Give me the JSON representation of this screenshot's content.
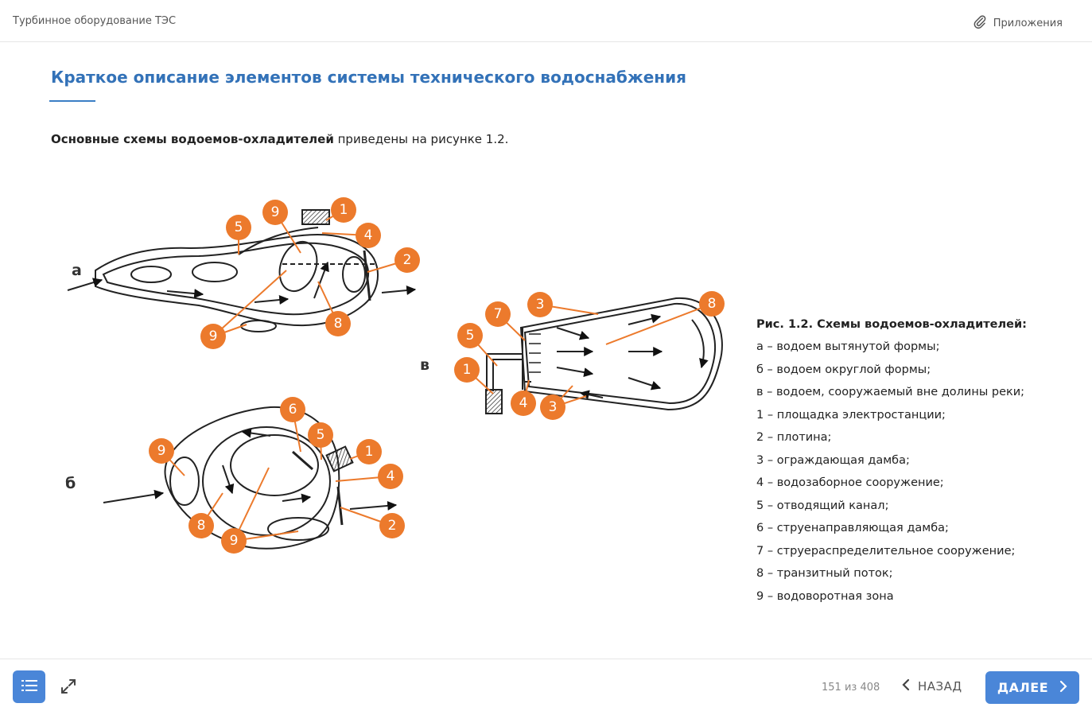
{
  "header": {
    "course_title": "Турбинное оборудование ТЭС",
    "attachments_label": "Приложения"
  },
  "page": {
    "title": "Краткое описание элементов системы технического водоснабжения",
    "intro_bold": "Основные схемы водоемов-охладителей",
    "intro_rest": " приведены на рисунке 1.2."
  },
  "figure": {
    "letters": {
      "a": "а",
      "b": "б",
      "v": "в"
    },
    "caption": "Рис. 1.2. Схемы водоемов-охладителей:",
    "legend": [
      "а – водоем вытянутой формы;",
      "б – водоем округлой формы;",
      "в – водоем, сооружаемый вне долины реки;",
      "1 – площадка электростанции;",
      "2 – плотина;",
      "3 – ограждающая дамба;",
      "4 – водозаборное сооружение;",
      "5 – отводящий канал;",
      "6 – струенаправляющая дамба;",
      "7 – струераспределительное сооружение;",
      "8 – транзитный поток;",
      "9 – водоворотная зона"
    ],
    "badges": {
      "n1": "1",
      "n2": "2",
      "n3": "3",
      "n4": "4",
      "n5": "5",
      "n6": "6",
      "n7": "7",
      "n8": "8",
      "n9": "9"
    }
  },
  "footer": {
    "page_counter": "151 из 408",
    "back_label": "НАЗАД",
    "next_label": "ДАЛЕЕ"
  },
  "colors": {
    "accent": "#4a86d8",
    "title": "#3372b8",
    "badge": "#ec7a2c"
  },
  "icons": [
    "paperclip-icon",
    "list-menu-icon",
    "expand-icon",
    "chevron-left-icon",
    "chevron-right-icon"
  ]
}
